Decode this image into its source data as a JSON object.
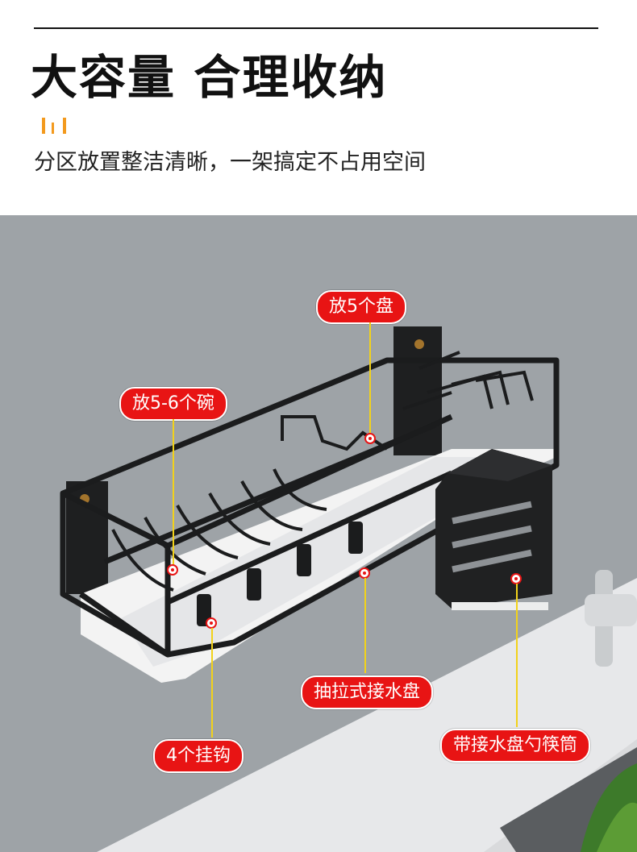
{
  "header": {
    "title": "大容量 合理收纳",
    "subtitle": "分区放置整洁清晰，一架搞定不占用空间"
  },
  "colors": {
    "accent": "#f39a1e",
    "tag_bg": "#e81414",
    "leader": "#f2d21a"
  },
  "callouts": {
    "plates": "放5个盘",
    "bowls": "放5-6个碗",
    "drip_tray": "抽拉式接水盘",
    "hooks": "4个挂钩",
    "utensil_holder": "带接水盘勺筷筒"
  }
}
